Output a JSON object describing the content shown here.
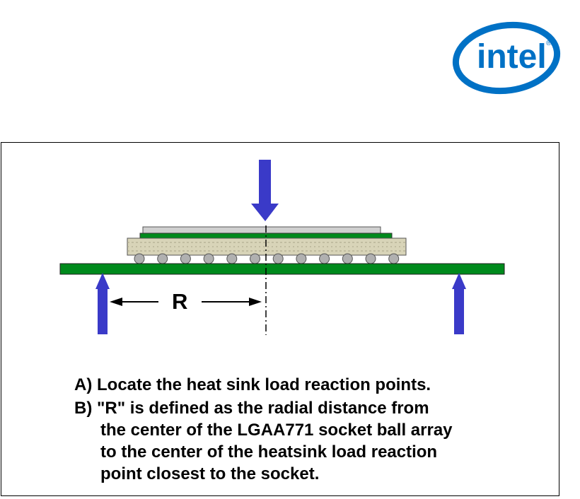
{
  "logo": {
    "text": "intel",
    "color": "#0071c5"
  },
  "diagram": {
    "r_label": "R",
    "colors": {
      "board": "#008a1c",
      "arrow": "#3a3ac8",
      "substrate": "#d8d4b8",
      "balls": "#b0b0b0",
      "lid": "#d0d0d0"
    }
  },
  "caption": {
    "line_a": "A) Locate the heat sink load reaction points.",
    "line_b1": "B) \"R\" is defined as the radial distance from",
    "line_b2": "the center of the LGAA771 socket ball array",
    "line_b3": "to the center of the heatsink load reaction",
    "line_b4": "point closest to the socket."
  }
}
